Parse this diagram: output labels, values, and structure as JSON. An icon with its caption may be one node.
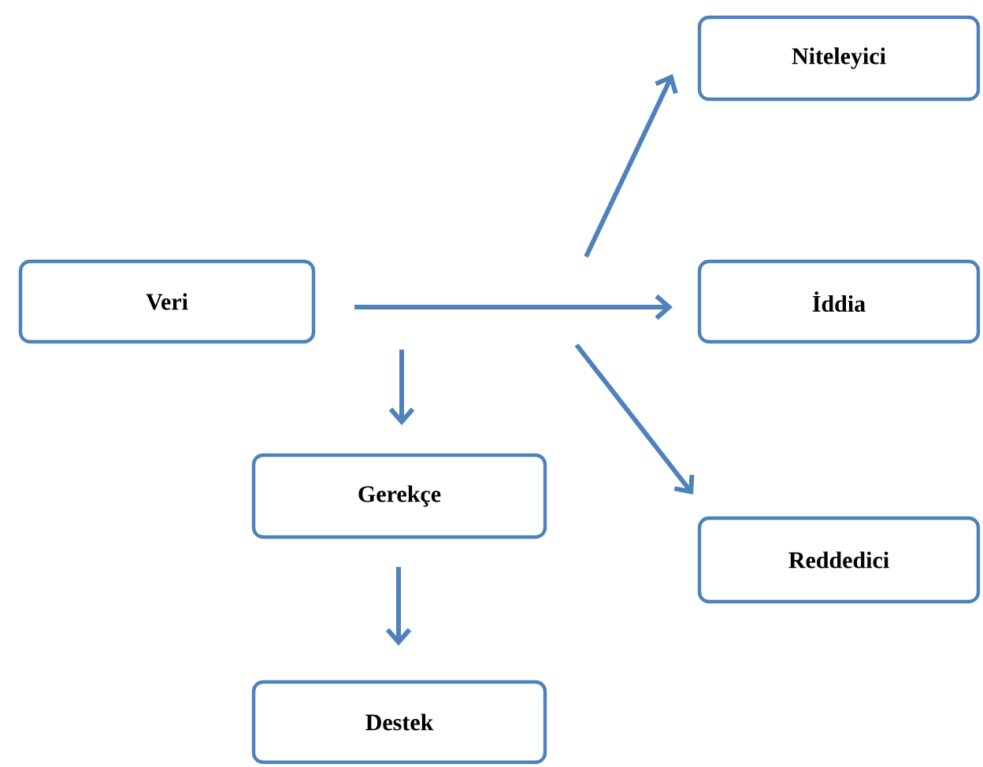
{
  "diagram": {
    "nodes": [
      {
        "text": [
          "Veri"
        ]
      },
      {
        "text": [
          "Niteleyici"
        ]
      },
      {
        "text": [
          "İddia"
        ]
      },
      {
        "text": [
          "Reddedici"
        ]
      },
      {
        "text": [
          "Gerekçe"
        ]
      },
      {
        "text": [
          "Destek"
        ]
      }
    ],
    "edges": [
      {
        "from": null,
        "to": 1,
        "arrow": "to"
      },
      {
        "from": 0,
        "to": 2,
        "arrow": "to"
      },
      {
        "from": null,
        "to": 3,
        "arrow": "to"
      },
      {
        "from": 0,
        "to": 4,
        "arrow": "to"
      },
      {
        "from": 4,
        "to": 5,
        "arrow": "to"
      }
    ]
  }
}
